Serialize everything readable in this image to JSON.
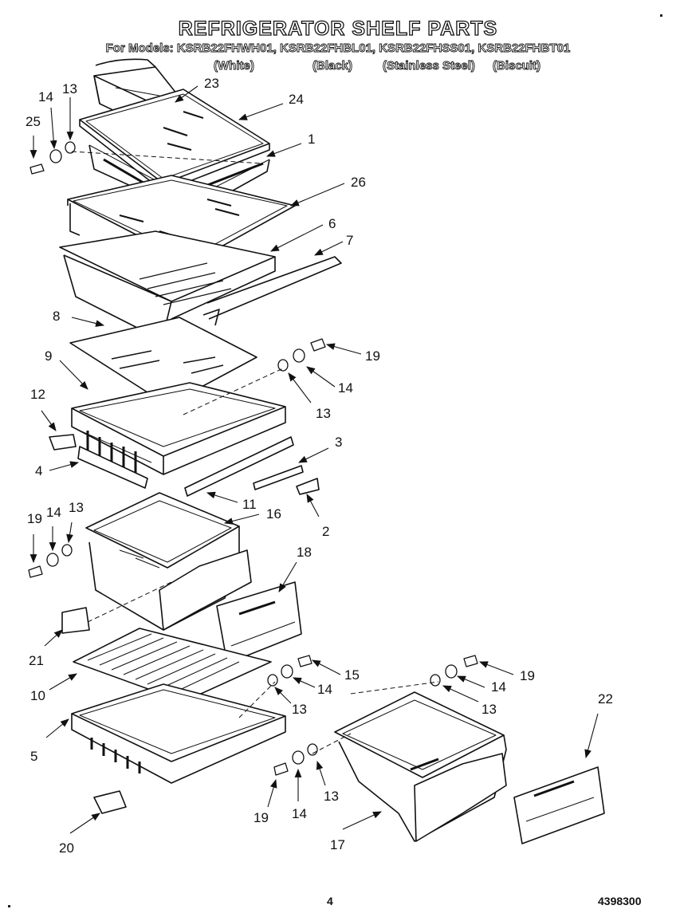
{
  "header": {
    "title": "REFRIGERATOR SHELF PARTS",
    "models": "For Models: KSRB22FHWH01, KSRB22FHBL01, KSRB22FHSS01, KSRB22FHBT01",
    "colors": [
      "(White)",
      "(Black)",
      "(Stainless Steel)",
      "(Biscuit)"
    ]
  },
  "callouts": [
    "23",
    "24",
    "1",
    "26",
    "6",
    "7",
    "8",
    "9",
    "19",
    "14",
    "13",
    "12",
    "3",
    "4",
    "11",
    "16",
    "2",
    "18",
    "21",
    "15",
    "10",
    "22",
    "5",
    "17",
    "20",
    "25"
  ],
  "callout_labels": {
    "c25": "25",
    "c14a": "14",
    "c13a": "13",
    "c23": "23",
    "c24": "24",
    "c1": "1",
    "c26": "26",
    "c6": "6",
    "c7": "7",
    "c8": "8",
    "c9": "9",
    "c19a": "19",
    "c14b": "14",
    "c13b": "13",
    "c12": "12",
    "c3": "3",
    "c4": "4",
    "c11": "11",
    "c16": "16",
    "c2": "2",
    "c19b": "19",
    "c14c": "14",
    "c13c": "13",
    "c18": "18",
    "c21": "21",
    "c15": "15",
    "c14d": "14",
    "c13d": "13",
    "c10": "10",
    "c19c": "19",
    "c14e": "14",
    "c13e": "13",
    "c22": "22",
    "c5": "5",
    "c19d": "19",
    "c14f": "14",
    "c13f": "13",
    "c17": "17",
    "c20": "20"
  },
  "footer": {
    "page_number": "4",
    "document_number": "4398300"
  }
}
